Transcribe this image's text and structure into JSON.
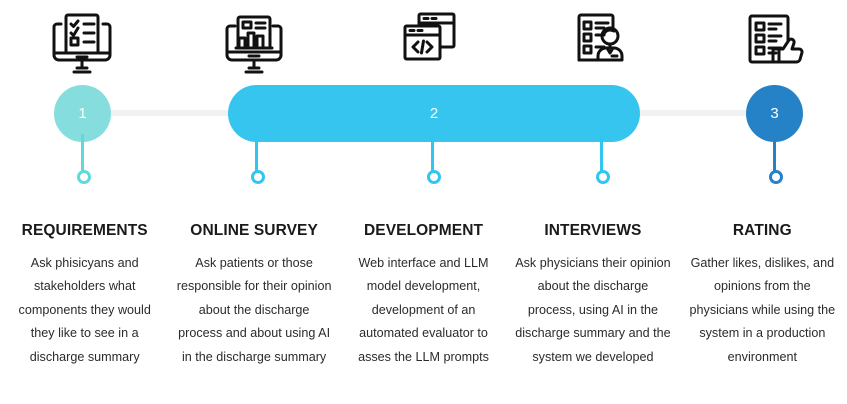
{
  "diagram": {
    "type": "process-timeline",
    "colors": {
      "node1": "#85dedd",
      "node2": "#35c5ef",
      "node3": "#2682c6",
      "rail": "#f0f1f2",
      "text": "#231f20"
    },
    "nodes": [
      {
        "label": "1",
        "shape": "circle",
        "color": "#85dedd"
      },
      {
        "label": "2",
        "shape": "pill",
        "color": "#35c5ef"
      },
      {
        "label": "3",
        "shape": "circle",
        "color": "#2682c6"
      }
    ],
    "steps": [
      {
        "icon": "monitor-checklist-icon",
        "title": "REQUIREMENTS",
        "body": "Ask phisicyans and stakeholders what components they would they like to see in a discharge summary",
        "stem_color": "teal"
      },
      {
        "icon": "monitor-bar-chart-icon",
        "title": "ONLINE SURVEY",
        "body": "Ask patients or those responsible for their opinion about the discharge process and about using AI in the discharge summary",
        "stem_color": "cyan"
      },
      {
        "icon": "code-windows-icon",
        "title": "DEVELOPMENT",
        "body": "Web interface and LLM model development, development of an automated evaluator to asses the LLM prompts",
        "stem_color": "cyan"
      },
      {
        "icon": "form-person-icon",
        "title": "INTERVIEWS",
        "body": "Ask physicians their opinion about the discharge process, using AI in the discharge summary and the system we developed",
        "stem_color": "cyan"
      },
      {
        "icon": "checklist-thumbsup-icon",
        "title": "RATING",
        "body": "Gather likes, dislikes, and opinions from the physicians while using the system in a production environment",
        "stem_color": "blue"
      }
    ]
  }
}
